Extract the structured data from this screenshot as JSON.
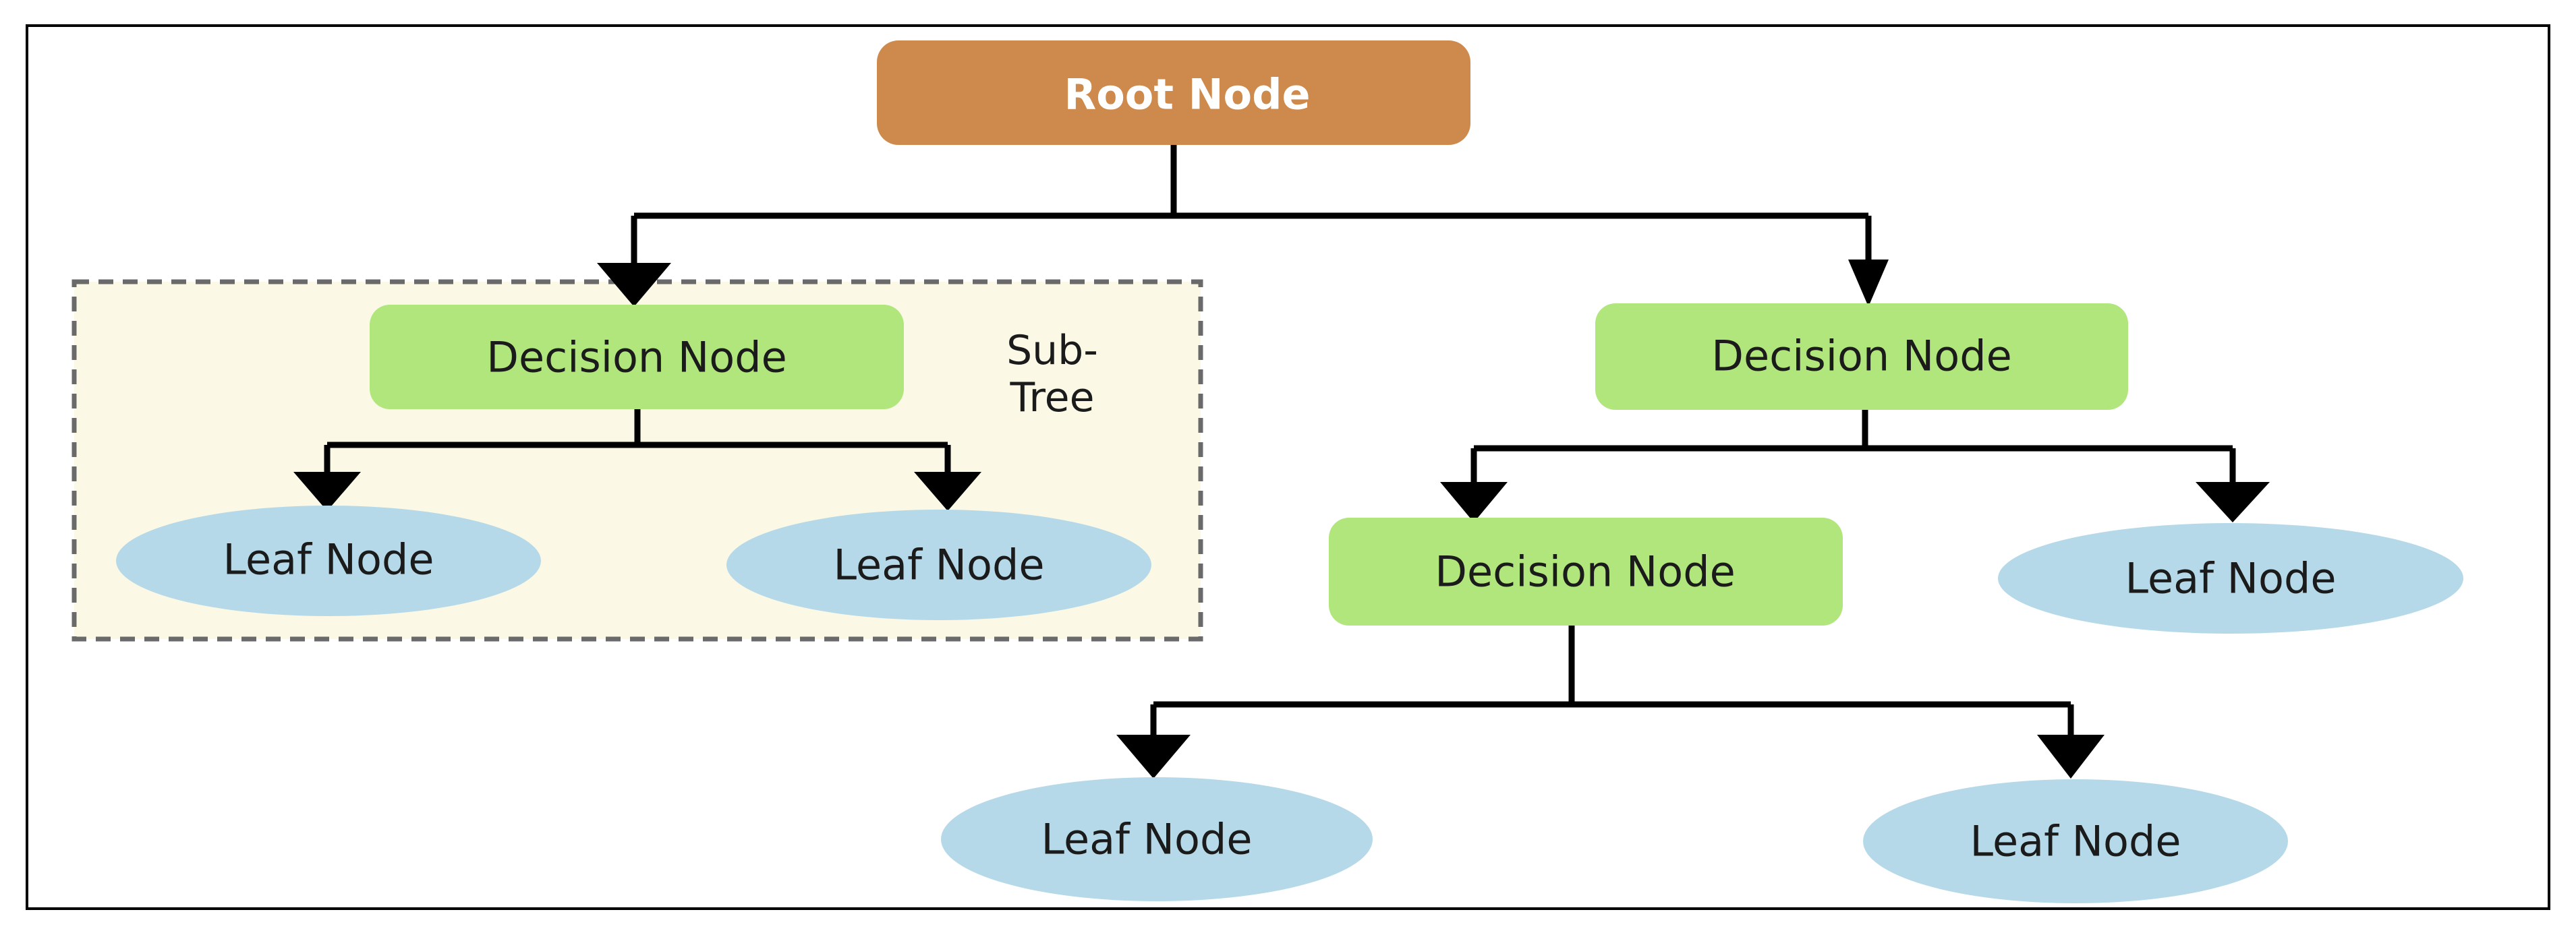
{
  "colors": {
    "root_fill": "#cd8a4c",
    "decision_fill": "#b1e67d",
    "leaf_fill": "#b5d9e8",
    "subtree_fill": "#fbf9e6",
    "subtree_border": "#6a6a6a",
    "connector": "#000000",
    "frame": "#000000"
  },
  "labels": {
    "root": "Root Node",
    "decision_1": "Decision Node",
    "decision_2": "Decision Node",
    "decision_3": "Decision Node",
    "leaf_1": "Leaf Node",
    "leaf_2": "Leaf Node",
    "leaf_3": "Leaf Node",
    "leaf_4": "Leaf Node",
    "leaf_5": "Leaf Node",
    "subtree_line1": "Sub-",
    "subtree_line2": "Tree"
  }
}
